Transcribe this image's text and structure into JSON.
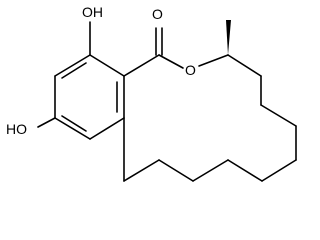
{
  "molecule": {
    "atoms": {
      "oh_top": "OH",
      "carbonyl_o": "O",
      "ester_o": "O",
      "oh_left": "HO"
    }
  },
  "colors": {
    "background": "#ffffff",
    "bond": "#000000",
    "label": "#000000"
  }
}
